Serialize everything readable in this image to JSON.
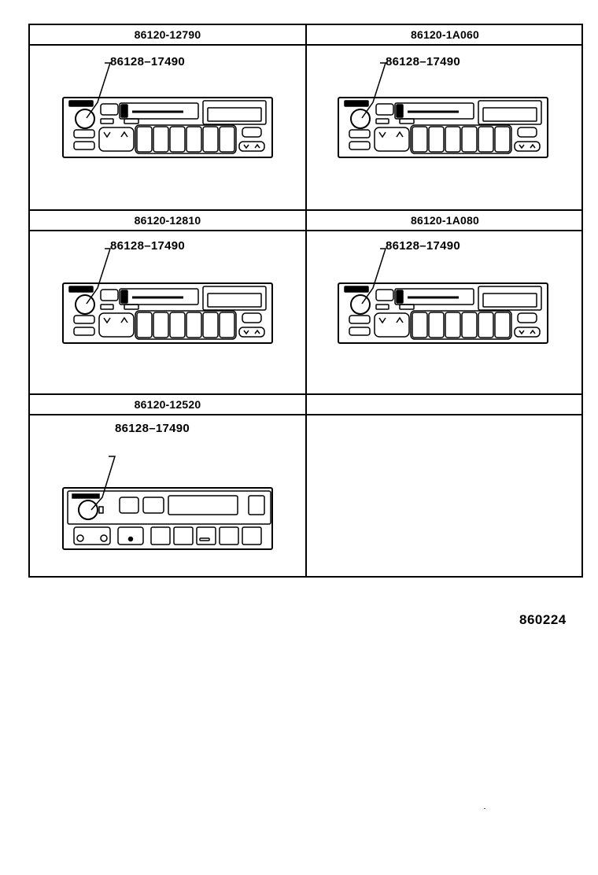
{
  "cells": [
    {
      "header": "86120-12790",
      "callout": "86128–17490",
      "variant": "a"
    },
    {
      "header": "86120-1A060",
      "callout": "86128–17490",
      "variant": "b"
    },
    {
      "header": "86120-12810",
      "callout": "86128–17490",
      "variant": "a"
    },
    {
      "header": "86120-1A080",
      "callout": "86128–17490",
      "variant": "b"
    },
    {
      "header": "86120-12520",
      "callout": "86128–17490",
      "variant": "c"
    },
    {
      "header": "",
      "callout": "",
      "variant": "empty"
    }
  ],
  "catalog_number": "860224",
  "icons": {
    "knob": "knob-icon",
    "radio": "radio-unit-icon"
  }
}
